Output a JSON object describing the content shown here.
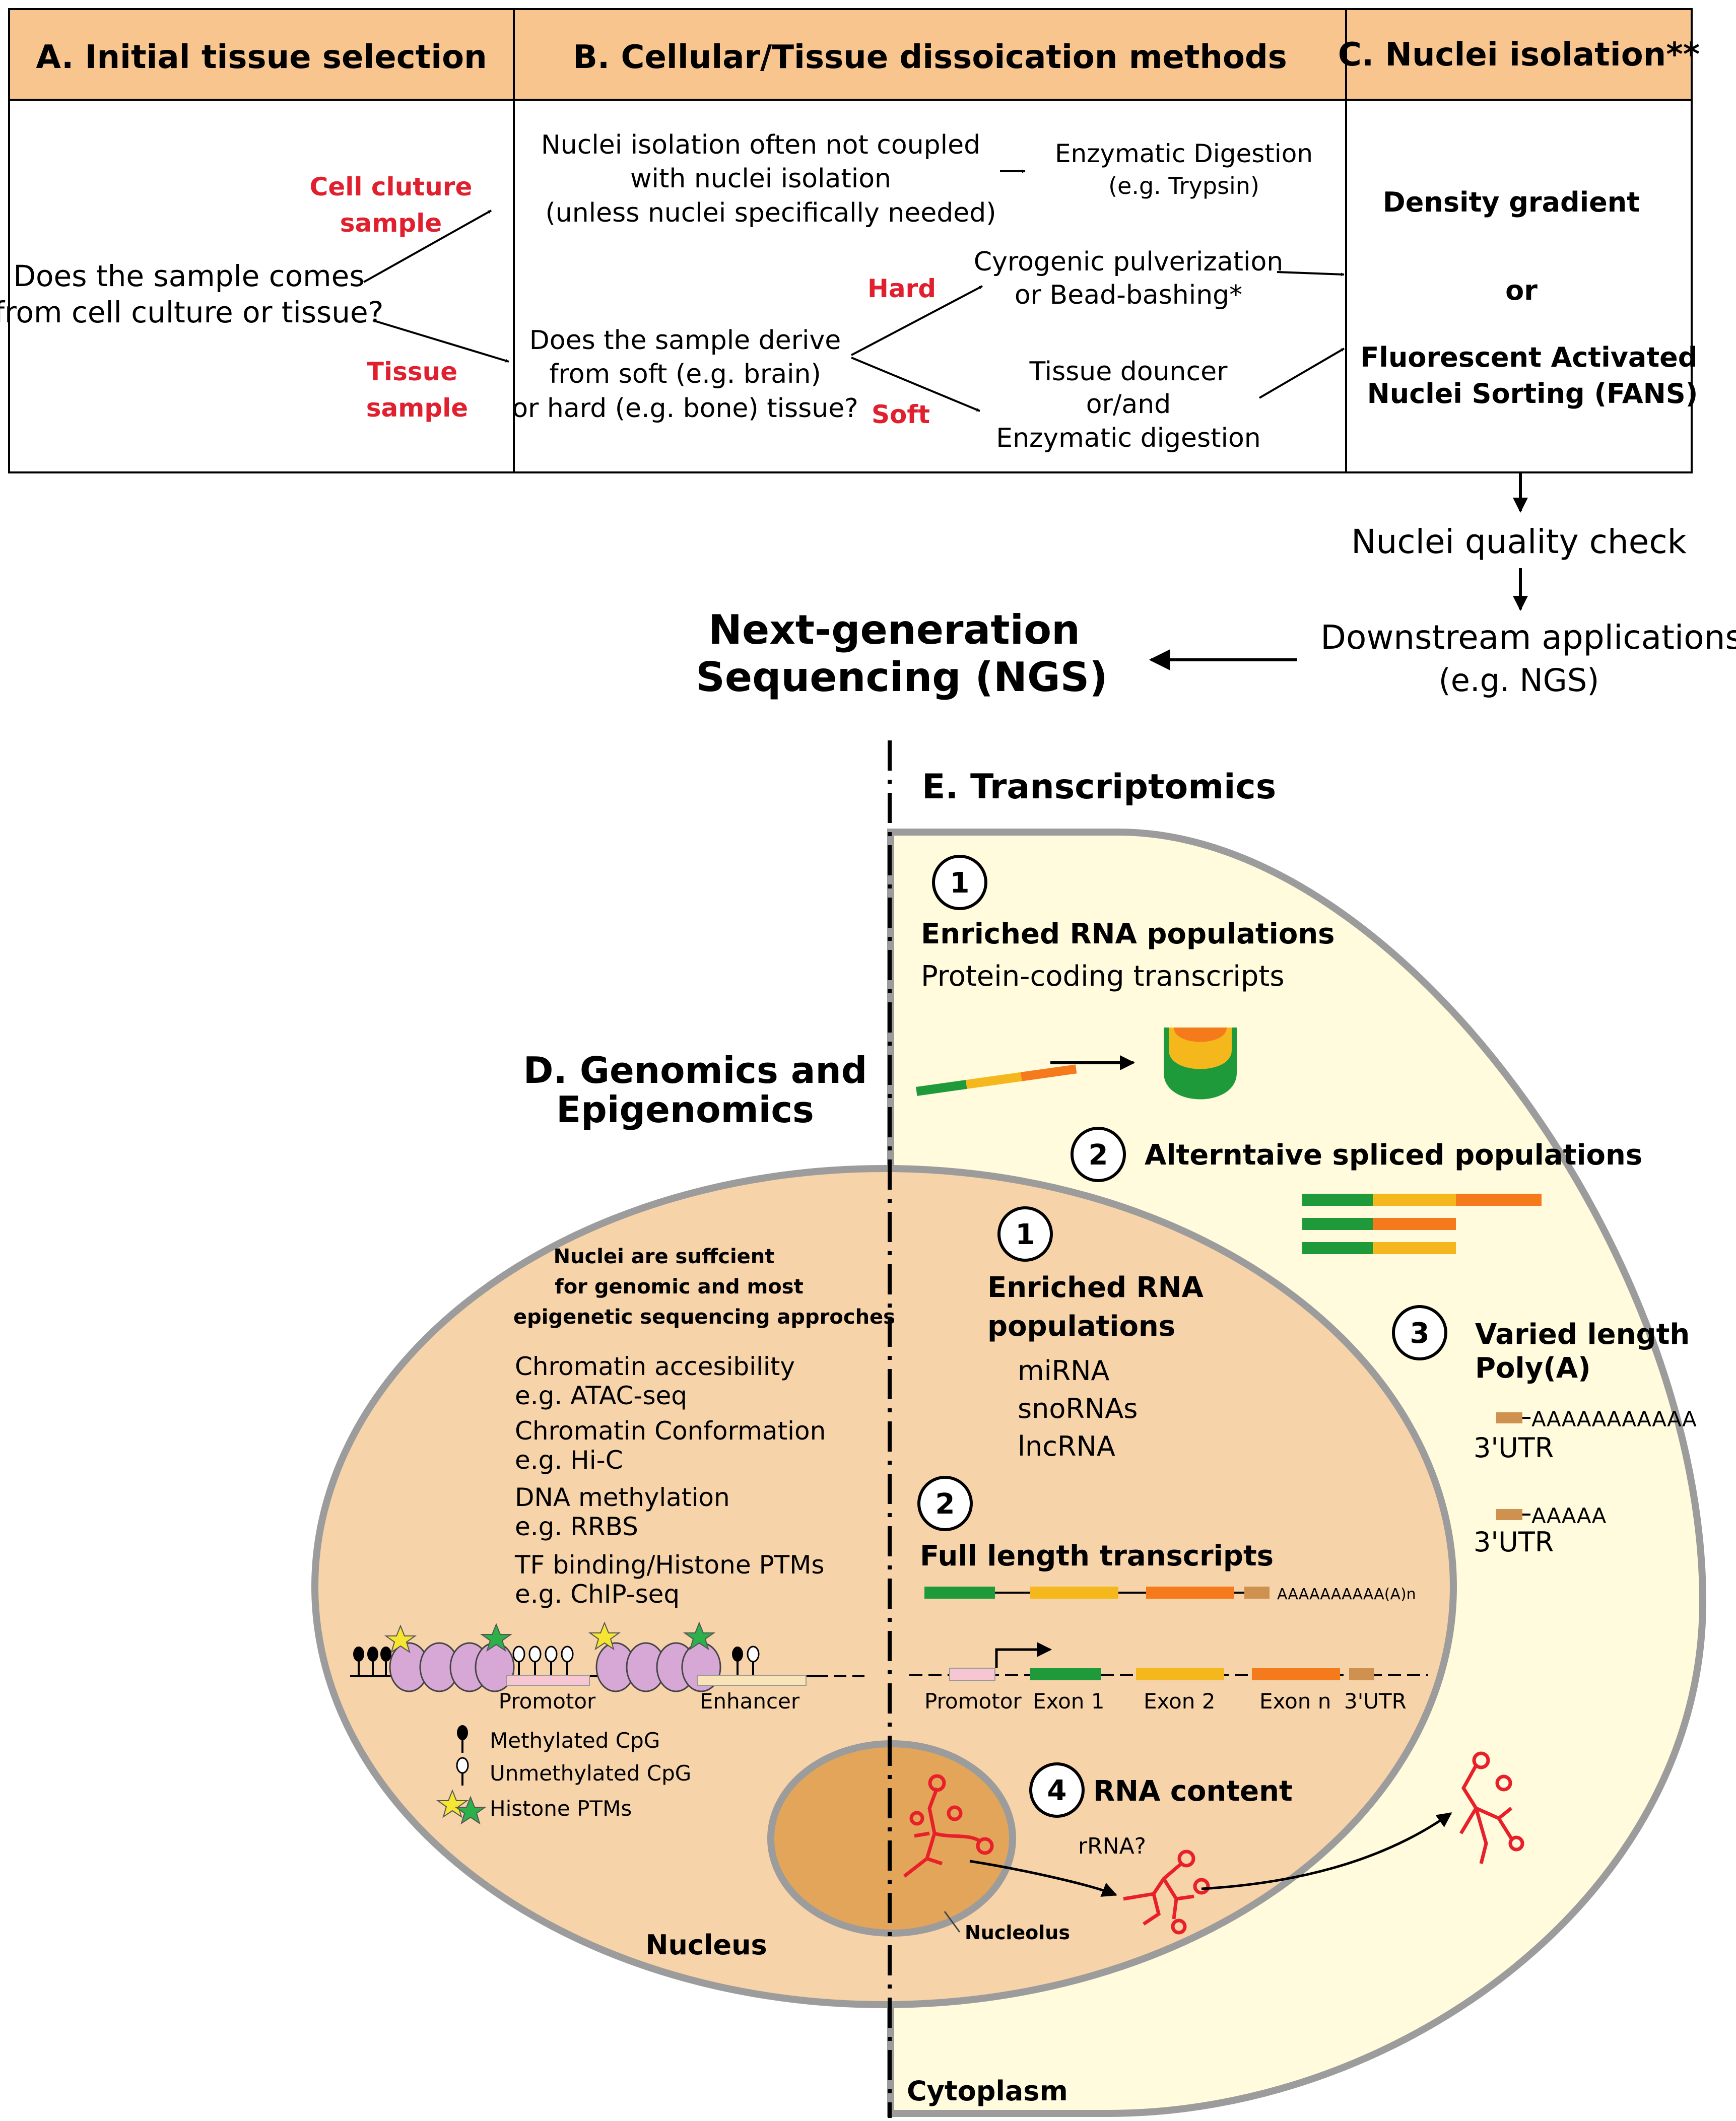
{
  "colors": {
    "header_bg": "#f9c58f",
    "red_label": "#e0202e",
    "cytoplasm": "#fffbdc",
    "nucleus": "#f7d3a9",
    "nucleolus": "#e3a55a",
    "membrane": "#9c9c9c",
    "green": "#1f9a3a",
    "yellow": "#f4b81c",
    "orange": "#f47a1c",
    "utr": "#cf9150",
    "pink": "#f6c7d3",
    "histone": "#d7a8d6",
    "rna": "#e8202a"
  },
  "table": {
    "col_a_header": "A. Initial tissue selection",
    "col_b_header": "B. Cellular/Tissue dissoication methods",
    "col_c_header": "C. Nuclei isolation**",
    "a_question_line1": "Does the sample comes",
    "a_question_line2": "from cell culture or tissue?",
    "a_cell_line1": "Cell cluture",
    "a_cell_line2": "sample",
    "a_tissue_line1": "Tissue",
    "a_tissue_line2": "sample",
    "b_top_line1": "Nuclei isolation often not coupled",
    "b_top_line2": "with nuclei isolation",
    "b_top_line3": "(unless nuclei specifically needed)",
    "b_enzymatic_line1": "Enzymatic Digestion",
    "b_enzymatic_line2": "(e.g. Trypsin)",
    "b_question_line1": "Does the sample derive",
    "b_question_line2": "from soft (e.g. brain)",
    "b_question_line3": "or hard (e.g. bone) tissue?",
    "b_hard": "Hard",
    "b_soft": "Soft",
    "b_cryo_line1": "Cyrogenic pulverization",
    "b_cryo_line2": "or Bead-bashing*",
    "b_dounce_line1": "Tissue douncer",
    "b_dounce_line2": "or/and",
    "b_dounce_line3": "Enzymatic digestion",
    "c_density": "Density gradient",
    "c_or": "or",
    "c_fans_line1": "Fluorescent Activated",
    "c_fans_line2": "Nuclei Sorting (FANS)"
  },
  "flow": {
    "quality_check": "Nuclei quality check",
    "downstream_line1": "Downstream applications",
    "downstream_line2": "(e.g. NGS)",
    "ngs_line1": "Next-generation",
    "ngs_line2": "Sequencing (NGS)"
  },
  "transcriptomics": {
    "title": "E. Transcriptomics",
    "n1": "1",
    "enriched_title": "Enriched RNA populations",
    "protein_coding": "Protein-coding transcripts",
    "n2": "2",
    "alt_spliced": "Alterntaive spliced populations",
    "n3": "3",
    "varied_line1": "Varied length",
    "varied_line2": "Poly(A)",
    "polya_long": "AAAAAAAAAAA",
    "polya_short": "AAAAA",
    "utr_label": "3'UTR",
    "cytoplasm_label": "Cytoplasm"
  },
  "genomics": {
    "title_line1": "D. Genomics and",
    "title_line2": "Epigenomics",
    "nuclei_line1": "Nuclei are suffcient",
    "nuclei_line2": "for genomic and most",
    "nuclei_line3": "epigenetic sequencing approches",
    "methods": [
      {
        "name": "Chromatin accesibility",
        "example": "e.g. ATAC-seq"
      },
      {
        "name": "Chromatin Conformation",
        "example": "e.g. Hi-C"
      },
      {
        "name": "DNA methylation",
        "example": "e.g. RRBS"
      },
      {
        "name": "TF binding/Histone PTMs",
        "example": "e.g. ChIP-seq"
      }
    ],
    "promotor": "Promotor",
    "enhancer": "Enhancer",
    "legend_methylated": "Methylated CpG",
    "legend_unmethylated": "Unmethylated CpG",
    "legend_histone": "Histone PTMs",
    "nucleus_label": "Nucleus"
  },
  "nuclear_rna": {
    "n1": "1",
    "enriched_line1": "Enriched RNA",
    "enriched_line2": "populations",
    "types": [
      "miRNA",
      "snoRNAs",
      "lncRNA"
    ],
    "n2": "2",
    "full_length": "Full length transcripts",
    "polya_tail": "AAAAAAAAAA(A)n",
    "gene_labels": {
      "promotor": "Promotor",
      "exon1": "Exon 1",
      "exon2": "Exon 2",
      "exonn": "Exon n",
      "utr": "3'UTR"
    },
    "n4": "4",
    "rna_content": "RNA content",
    "rrna": "rRNA?",
    "nucleolus_label": "Nucleolus"
  }
}
